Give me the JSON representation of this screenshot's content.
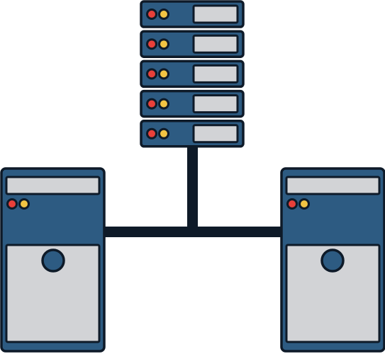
{
  "illustration": {
    "subject": "network-topology",
    "server_rack": {
      "unit_count": 5
    },
    "workstations": {
      "count": 2
    }
  },
  "colors": {
    "background": "#ffffff",
    "outline": "#0e1a28",
    "body_blue": "#2d5b82",
    "panel_gray": "#d2d3d6",
    "led_red": "#e8403a",
    "led_yellow": "#f2c443",
    "cable": "#0e1a28"
  }
}
